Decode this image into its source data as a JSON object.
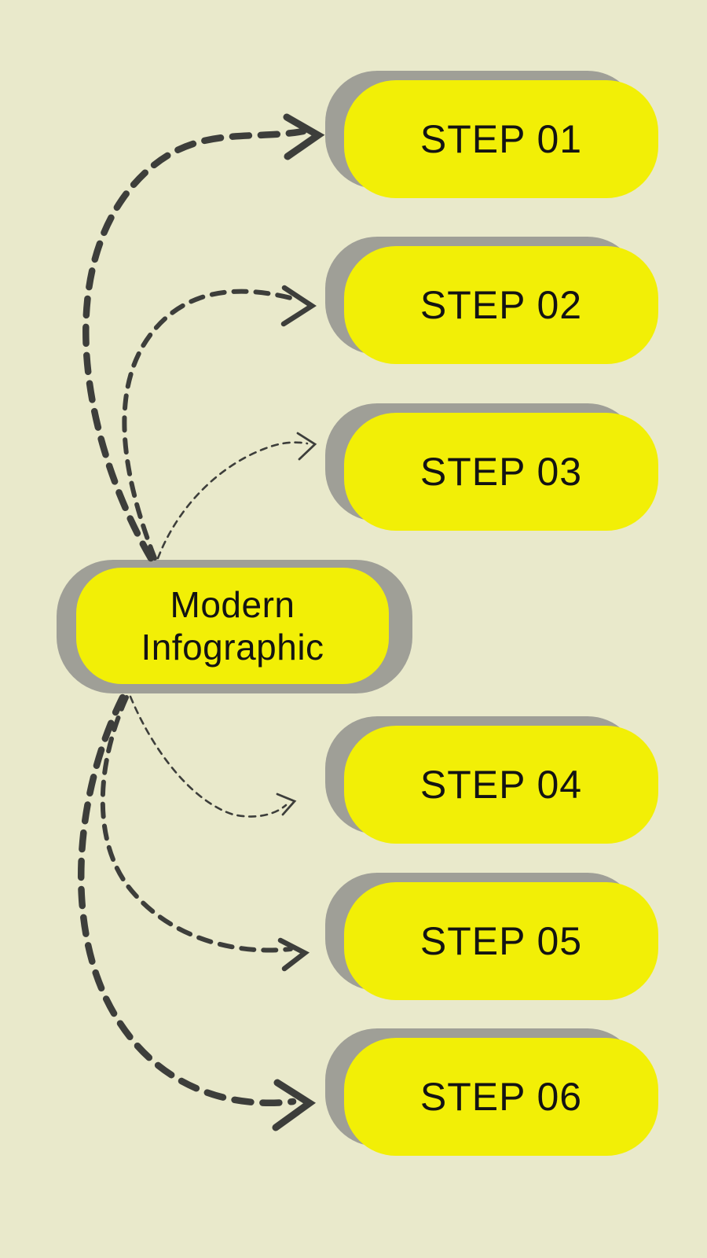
{
  "colors": {
    "background": "#E9E9CB",
    "node_fill": "#F2EF06",
    "node_shadow": "#9F9F97",
    "arrow": "#3D3E3B",
    "text": "#131313"
  },
  "center_node": {
    "line1": "Modern",
    "line2": "Infographic"
  },
  "steps": [
    {
      "label": "STEP 01"
    },
    {
      "label": "STEP 02"
    },
    {
      "label": "STEP 03"
    },
    {
      "label": "STEP 04"
    },
    {
      "label": "STEP 05"
    },
    {
      "label": "STEP 06"
    }
  ],
  "connections": [
    {
      "from": "Modern Infographic",
      "to": "STEP 01",
      "style": "dashed curved arrow",
      "weight": "thick"
    },
    {
      "from": "Modern Infographic",
      "to": "STEP 02",
      "style": "dashed curved arrow",
      "weight": "medium"
    },
    {
      "from": "Modern Infographic",
      "to": "STEP 03",
      "style": "dashed curved arrow",
      "weight": "thin"
    },
    {
      "from": "Modern Infographic",
      "to": "STEP 04",
      "style": "dashed curved arrow",
      "weight": "thin"
    },
    {
      "from": "Modern Infographic",
      "to": "STEP 05",
      "style": "dashed curved arrow",
      "weight": "medium"
    },
    {
      "from": "Modern Infographic",
      "to": "STEP 06",
      "style": "dashed curved arrow",
      "weight": "thick"
    }
  ]
}
